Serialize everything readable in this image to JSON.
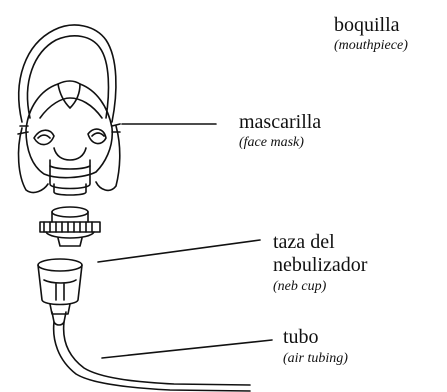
{
  "labels": {
    "boquilla": {
      "es": "boquilla",
      "en": "(mouthpiece)"
    },
    "mascarilla": {
      "es": "mascarilla",
      "en": "(face mask)"
    },
    "taza": {
      "es_line1": "taza del",
      "es_line2": "nebulizador",
      "en": "(neb cup)"
    },
    "tubo": {
      "es": "tubo",
      "en": "(air tubing)"
    }
  }
}
